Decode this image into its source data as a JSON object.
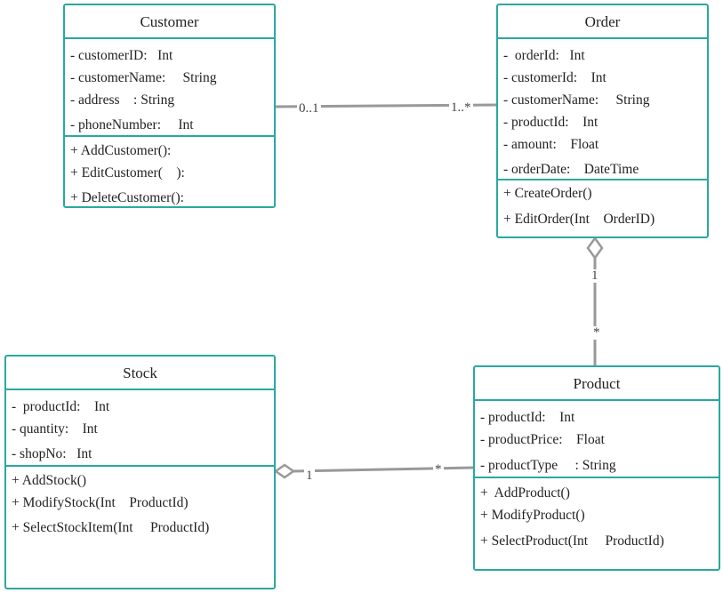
{
  "classes": {
    "customer": {
      "name": "Customer",
      "attributes": [
        "- customerID:   Int",
        "- customerName:     String",
        "- address    : String",
        "- phoneNumber:     Int"
      ],
      "operations": [
        "+ AddCustomer():",
        "+ EditCustomer(    ):",
        "+ DeleteCustomer():"
      ]
    },
    "order": {
      "name": "Order",
      "attributes": [
        "-  orderId:   Int",
        "- customerId:    Int",
        "- customerName:     String",
        "- productId:    Int",
        "- amount:    Float",
        "- orderDate:    DateTime"
      ],
      "operations": [
        "+ CreateOrder()",
        "+ EditOrder(Int    OrderID)"
      ]
    },
    "stock": {
      "name": "Stock",
      "attributes": [
        "-  productId:    Int",
        "- quantity:    Int",
        "- shopNo:   Int"
      ],
      "operations": [
        "+ AddStock()",
        "+ ModifyStock(Int    ProductId)",
        "+ SelectStockItem(Int     ProductId)"
      ]
    },
    "product": {
      "name": "Product",
      "attributes": [
        "- productId:    Int",
        "- productPrice:    Float",
        "- productType     : String"
      ],
      "operations": [
        "+  AddProduct()",
        "+ ModifyProduct()",
        "+ SelectProduct(Int     ProductId)"
      ]
    }
  },
  "associations": {
    "customer_order": {
      "customer_end": "0..1",
      "order_end": "1..*"
    },
    "order_product": {
      "order_end": "1",
      "product_end": "*"
    },
    "stock_product": {
      "stock_end": "1",
      "product_end": "*"
    }
  },
  "colors": {
    "border": "#2aa8a0",
    "connector": "#999999"
  }
}
